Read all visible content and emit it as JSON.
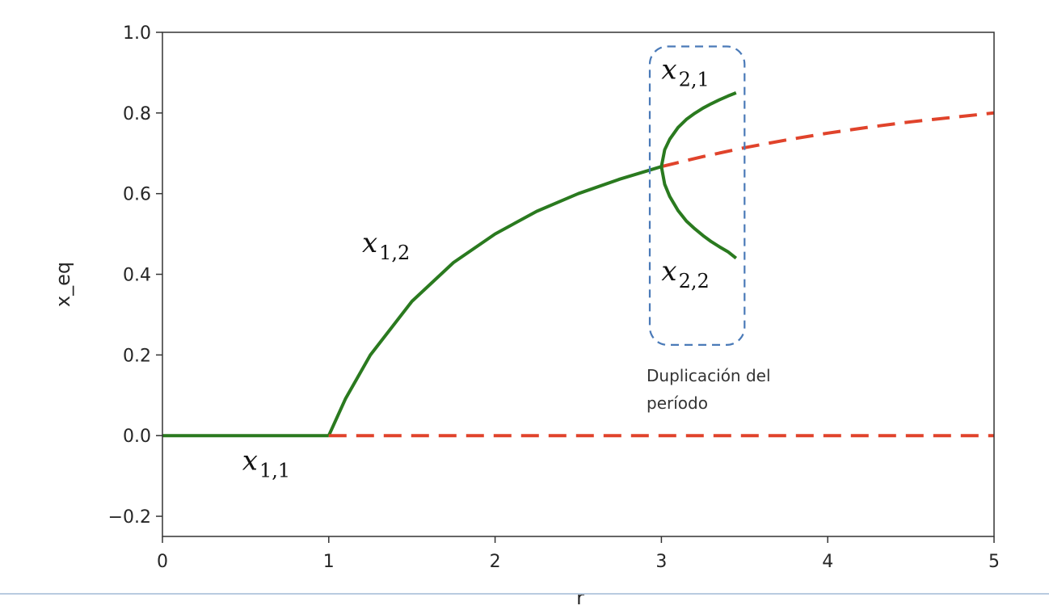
{
  "chart_data": {
    "type": "line",
    "xlabel": "r",
    "ylabel": "x_eq",
    "xlim": [
      0,
      5
    ],
    "ylim": [
      -0.25,
      1.0
    ],
    "xticks": [
      0,
      1,
      2,
      3,
      4,
      5
    ],
    "xtick_labels": [
      "0",
      "1",
      "2",
      "3",
      "4",
      "5"
    ],
    "yticks": [
      -0.2,
      0.0,
      0.2,
      0.4,
      0.6,
      0.8,
      1.0
    ],
    "ytick_labels": [
      "−0.2",
      "0.0",
      "0.2",
      "0.4",
      "0.6",
      "0.8",
      "1.0"
    ],
    "grid": false,
    "series": [
      {
        "style": "solid",
        "color": "#2a7a1f",
        "x": [
          0,
          1
        ],
        "y": [
          0,
          0
        ]
      },
      {
        "style": "solid",
        "color": "#2a7a1f",
        "x": [
          1,
          1.1,
          1.25,
          1.5,
          1.75,
          2.0,
          2.25,
          2.5,
          2.75,
          3.0
        ],
        "y": [
          0,
          0.091,
          0.2,
          0.333,
          0.429,
          0.5,
          0.556,
          0.6,
          0.636,
          0.667
        ]
      },
      {
        "style": "dashed",
        "color": "#e0432b",
        "x": [
          1,
          5
        ],
        "y": [
          0,
          0
        ]
      },
      {
        "style": "dashed",
        "color": "#e0432b",
        "x": [
          3.0,
          3.25,
          3.5,
          3.75,
          4.0,
          4.25,
          4.5,
          4.75,
          5.0
        ],
        "y": [
          0.667,
          0.692,
          0.714,
          0.733,
          0.75,
          0.765,
          0.778,
          0.789,
          0.8
        ]
      },
      {
        "style": "solid",
        "color": "#2a7a1f",
        "x": [
          3.0,
          3.02,
          3.05,
          3.1,
          3.15,
          3.2,
          3.25,
          3.3,
          3.35,
          3.4,
          3.449
        ],
        "y": [
          0.667,
          0.709,
          0.735,
          0.764,
          0.784,
          0.799,
          0.812,
          0.823,
          0.833,
          0.842,
          0.85
        ]
      },
      {
        "style": "solid",
        "color": "#2a7a1f",
        "x": [
          3.0,
          3.02,
          3.05,
          3.1,
          3.15,
          3.2,
          3.25,
          3.3,
          3.35,
          3.4,
          3.449
        ],
        "y": [
          0.667,
          0.623,
          0.593,
          0.558,
          0.532,
          0.513,
          0.496,
          0.481,
          0.468,
          0.456,
          0.44
        ]
      }
    ],
    "annotations": [
      {
        "base": "x",
        "sub": "1,1",
        "x": 0.48,
        "y": -0.085
      },
      {
        "base": "x",
        "sub": "1,2",
        "x": 1.2,
        "y": 0.455
      },
      {
        "base": "x",
        "sub": "2,1",
        "x": 3.0,
        "y": 0.885
      },
      {
        "base": "x",
        "sub": "2,2",
        "x": 3.0,
        "y": 0.385
      }
    ],
    "highlight_box": {
      "x0": 2.93,
      "x1": 3.5,
      "y0": 0.225,
      "y1": 0.965,
      "color": "#4a7ab8"
    },
    "note_lines": [
      "Duplicación del",
      "período"
    ]
  }
}
